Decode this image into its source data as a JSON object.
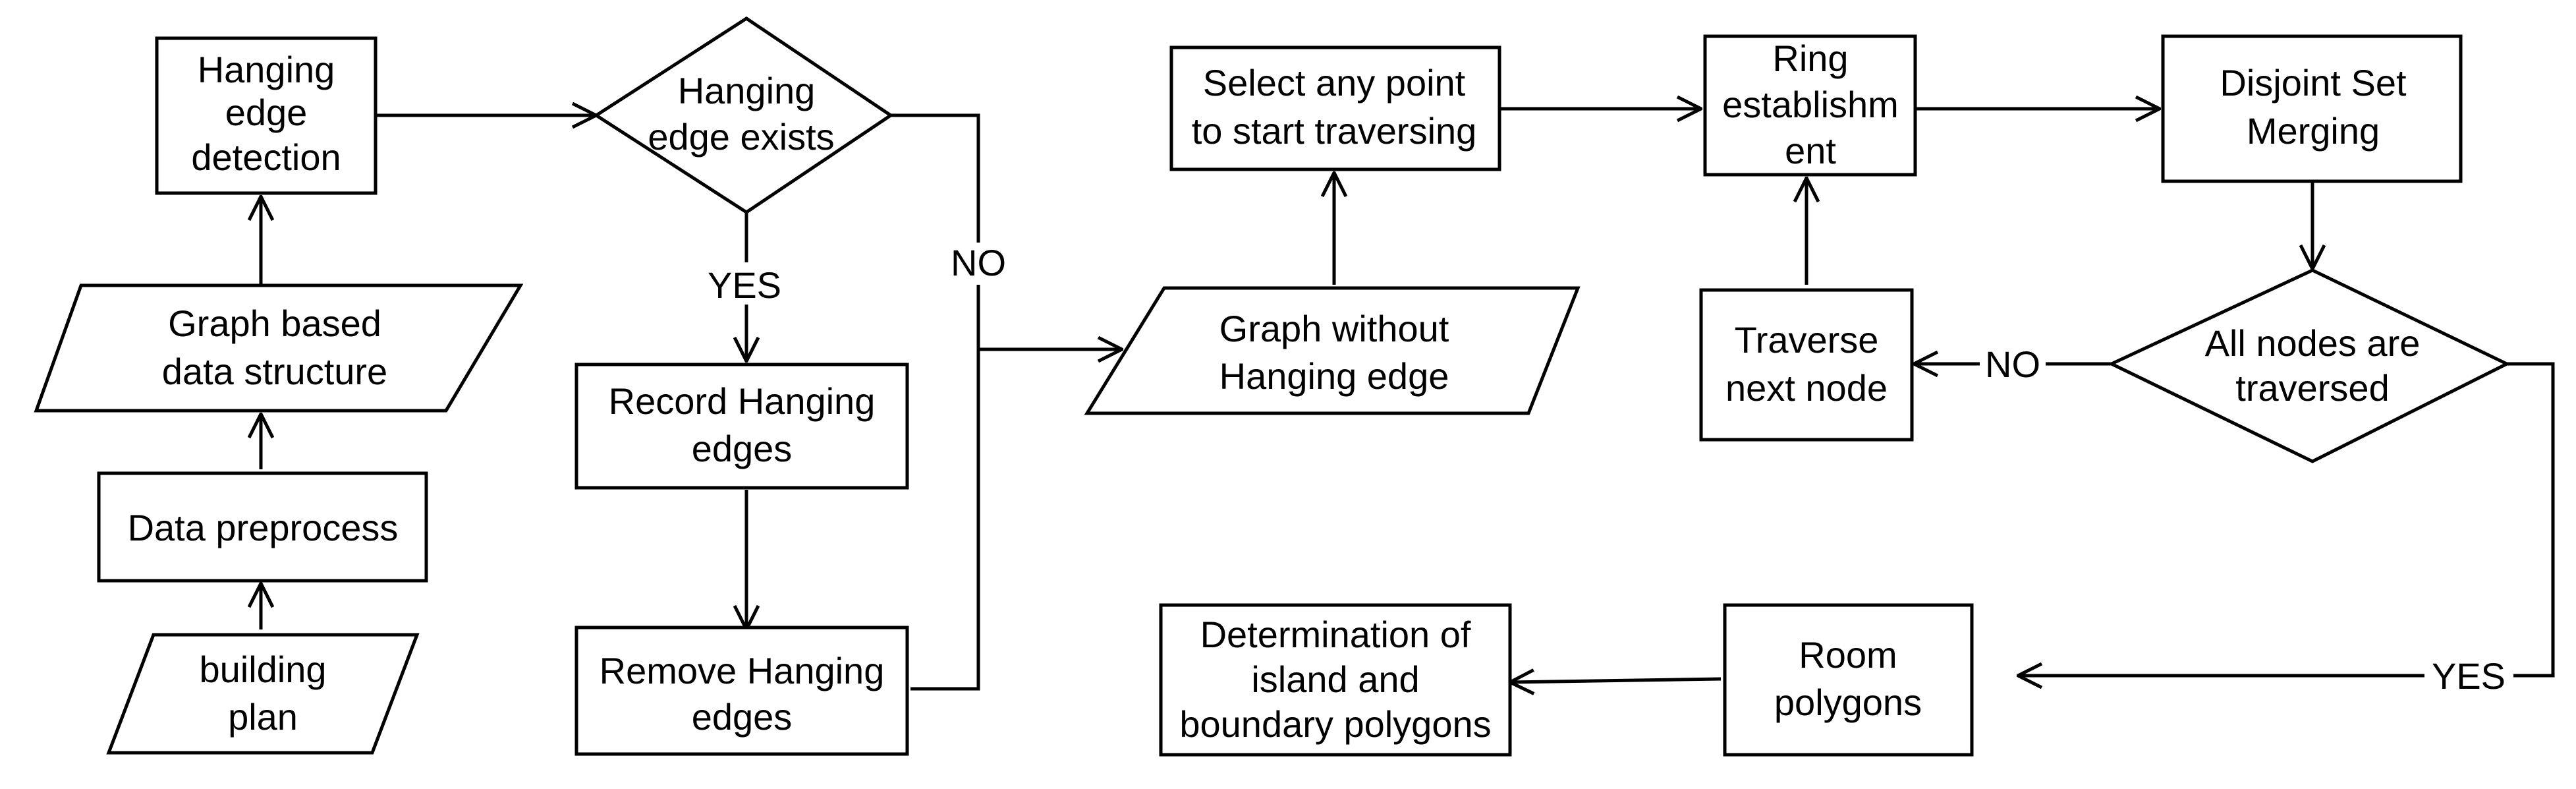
{
  "nodes": {
    "building_plan": {
      "lines": [
        "building",
        "plan"
      ]
    },
    "data_preprocess": {
      "lines": [
        "Data preprocess"
      ]
    },
    "graph_structure": {
      "lines": [
        "Graph based",
        "data structure"
      ]
    },
    "hanging_detection": {
      "lines": [
        "Hanging",
        "edge",
        "detection"
      ]
    },
    "hanging_exists": {
      "lines": [
        "Hanging",
        "edge exists"
      ]
    },
    "record_hanging": {
      "lines": [
        "Record Hanging",
        "edges"
      ]
    },
    "remove_hanging": {
      "lines": [
        "Remove Hanging",
        "edges"
      ]
    },
    "graph_without_hanging": {
      "lines": [
        "Graph without",
        "Hanging edge"
      ]
    },
    "select_start_point": {
      "lines": [
        "Select any point",
        "to start traversing"
      ]
    },
    "ring_establishment": {
      "lines": [
        "Ring",
        "establishm",
        "ent"
      ]
    },
    "disjoint_set_merging": {
      "lines": [
        "Disjoint Set",
        "Merging"
      ]
    },
    "all_nodes_traversed": {
      "lines": [
        "All nodes are",
        "traversed"
      ]
    },
    "traverse_next_node": {
      "lines": [
        "Traverse",
        "next node"
      ]
    },
    "room_polygons": {
      "lines": [
        "Room",
        "polygons"
      ]
    },
    "determination": {
      "lines": [
        "Determination of",
        "island and",
        "boundary polygons"
      ]
    }
  },
  "branch_labels": {
    "hanging_yes": "YES",
    "hanging_no": "NO",
    "traversed_no": "NO",
    "traversed_yes": "YES"
  }
}
